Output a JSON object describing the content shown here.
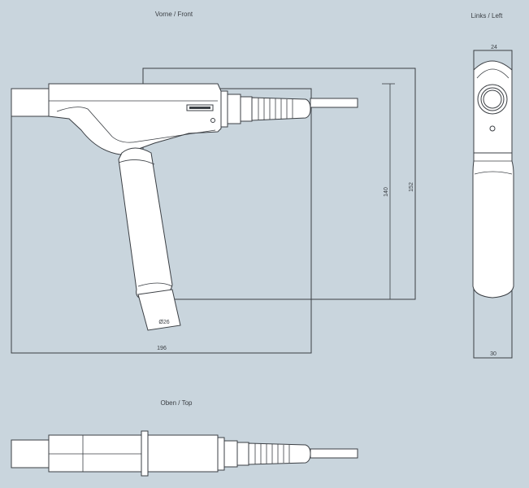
{
  "views": {
    "front": "Vorne / Front",
    "left": "Links / Left",
    "top": "Oben / Top"
  },
  "dimensions": {
    "width_196": "196",
    "height_140": "140",
    "height_152": "152",
    "diameter_26": "Ø26",
    "width_24": "24",
    "width_30": "30"
  },
  "colors": {
    "background": "#c9d5dd",
    "line": "#3b3f44",
    "fill": "#ffffff"
  }
}
